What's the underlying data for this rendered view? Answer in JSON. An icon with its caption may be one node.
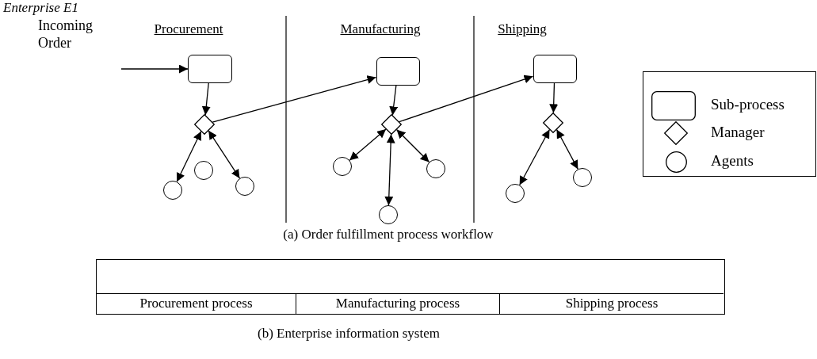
{
  "diagram": {
    "nodes": [
      {
        "text": [
          "Incoming Order"
        ]
      },
      {
        "text": [],
        "shape": "box"
      },
      {
        "text": [],
        "shape": "diamond"
      },
      {
        "text": [],
        "shape": "circle"
      },
      {
        "text": [],
        "shape": "circle"
      },
      {
        "text": [],
        "shape": "circle"
      },
      {
        "text": [],
        "shape": "box"
      },
      {
        "text": [],
        "shape": "diamond"
      },
      {
        "text": [],
        "shape": "circle"
      },
      {
        "text": [],
        "shape": "circle"
      },
      {
        "text": [],
        "shape": "circle"
      },
      {
        "text": [],
        "shape": "box"
      },
      {
        "text": [],
        "shape": "diamond"
      },
      {
        "text": [],
        "shape": "circle"
      },
      {
        "text": [],
        "shape": "circle"
      }
    ],
    "edges": [
      {
        "from": 0,
        "to": 1,
        "arrow": "to"
      },
      {
        "from": 1,
        "to": 2,
        "arrow": "to"
      },
      {
        "from": 2,
        "to": 6,
        "arrow": "to"
      },
      {
        "from": 2,
        "to": 3,
        "arrow": "both"
      },
      {
        "from": 2,
        "to": 5,
        "arrow": "both"
      },
      {
        "from": 6,
        "to": 7,
        "arrow": "to"
      },
      {
        "from": 7,
        "to": 11,
        "arrow": "to"
      },
      {
        "from": 7,
        "to": 8,
        "arrow": "both"
      },
      {
        "from": 7,
        "to": 9,
        "arrow": "both"
      },
      {
        "from": 7,
        "to": 10,
        "arrow": "both"
      },
      {
        "from": 11,
        "to": 12,
        "arrow": "to"
      },
      {
        "from": 12,
        "to": 13,
        "arrow": "both"
      },
      {
        "from": 12,
        "to": 14,
        "arrow": "both"
      }
    ],
    "labels": [
      "Enterprise E1",
      "Procurement",
      "Manufacturing",
      "Shipping",
      "(a) Order fulfillment process workflow",
      "Procurement process",
      "Manufacturing process",
      "Shipping process",
      "(b) Enterprise information system"
    ],
    "legend": [
      {
        "text": "Sub-process"
      },
      {
        "text": "Manager"
      },
      {
        "text": "Agents"
      }
    ]
  }
}
